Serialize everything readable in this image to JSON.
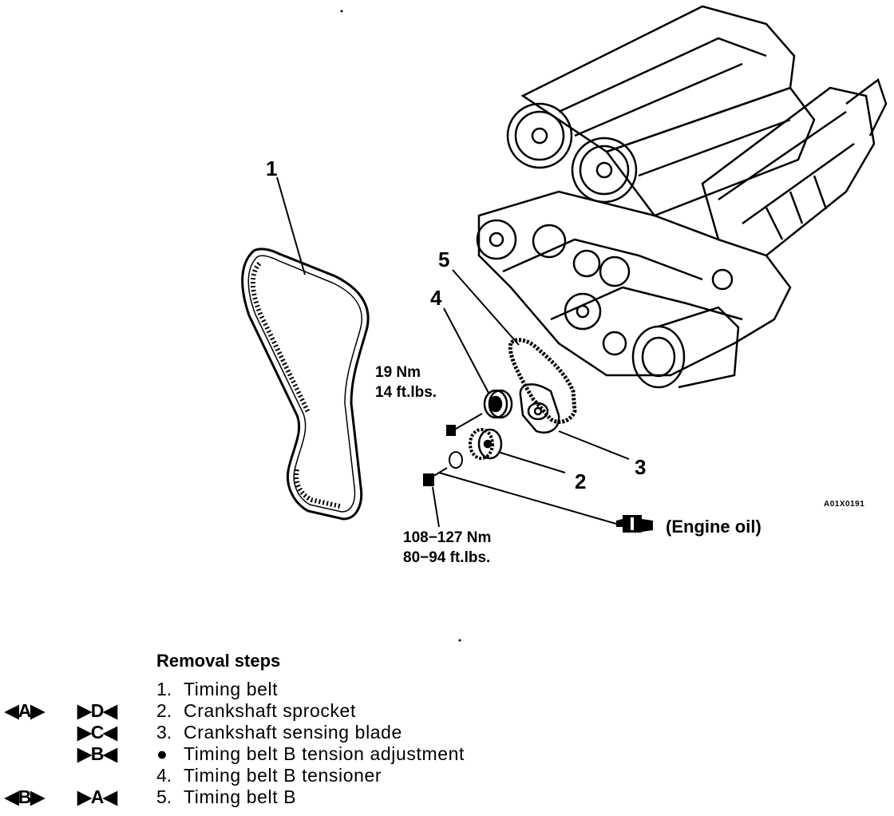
{
  "callouts": {
    "c1": "1",
    "c2": "2",
    "c3": "3",
    "c4": "4",
    "c5": "5"
  },
  "torque_top": {
    "line1": "19 Nm",
    "line2": "14 ft.lbs."
  },
  "torque_bottom": {
    "line1": "108−127 Nm",
    "line2": "80−94 ft.lbs."
  },
  "engine_oil_label": "(Engine oil)",
  "figure_code": "A01X0191",
  "removal": {
    "title": "Removal steps",
    "steps": [
      {
        "left_mark": "",
        "right_mark": "",
        "num": "1.",
        "text": "Timing belt"
      },
      {
        "left_mark": "◀A▶",
        "right_mark": "▶D◀",
        "num": "2.",
        "text": "Crankshaft sprocket"
      },
      {
        "left_mark": "",
        "right_mark": "▶C◀",
        "num": "3.",
        "text": "Crankshaft sensing blade"
      },
      {
        "left_mark": "",
        "right_mark": "▶B◀",
        "num": "●",
        "text": "Timing belt B tension adjustment"
      },
      {
        "left_mark": "",
        "right_mark": "",
        "num": "4.",
        "text": "Timing belt B tensioner"
      },
      {
        "left_mark": "◀B▶",
        "right_mark": "▶A◀",
        "num": "5.",
        "text": "Timing belt B"
      }
    ]
  }
}
